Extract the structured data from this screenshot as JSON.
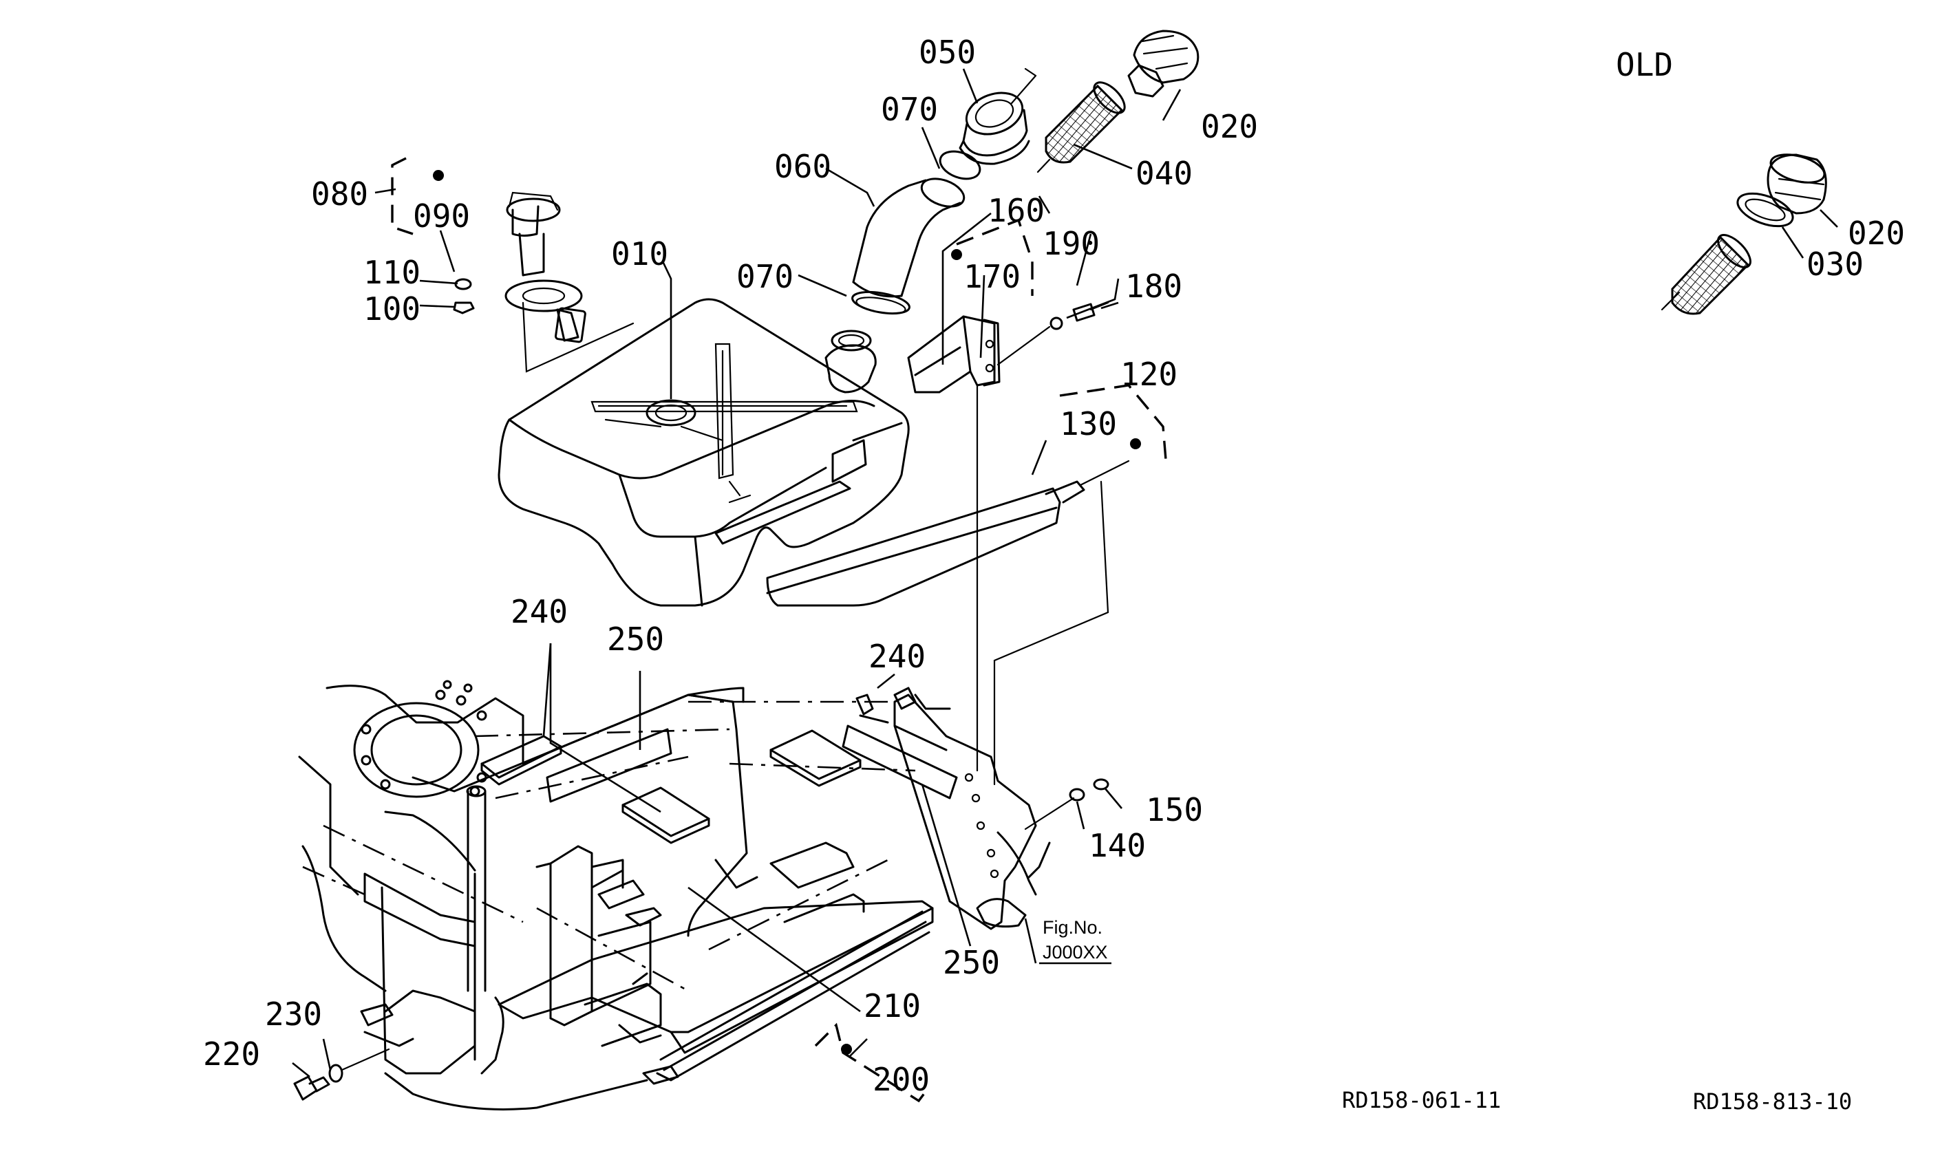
{
  "labels": {
    "p010": "010",
    "p020": "020",
    "p040": "040",
    "p050": "050",
    "p060": "060",
    "p070a": "070",
    "p070b": "070",
    "p080": "080",
    "p090": "090",
    "p100": "100",
    "p110": "110",
    "p120": "120",
    "p130": "130",
    "p140": "140",
    "p150": "150",
    "p160": "160",
    "p170": "170",
    "p180": "180",
    "p190": "190",
    "p200": "200",
    "p210": "210",
    "p220": "220",
    "p230": "230",
    "p240a": "240",
    "p240b": "240",
    "p250a": "250",
    "p250b": "250"
  },
  "old_variant": {
    "heading": "OLD",
    "p020": "020",
    "p030": "030"
  },
  "fig_ref": {
    "line1": "Fig.No.",
    "line2": "J000XX"
  },
  "drawing_codes": {
    "main": "RD158-061-11",
    "old": "RD158-813-10"
  }
}
